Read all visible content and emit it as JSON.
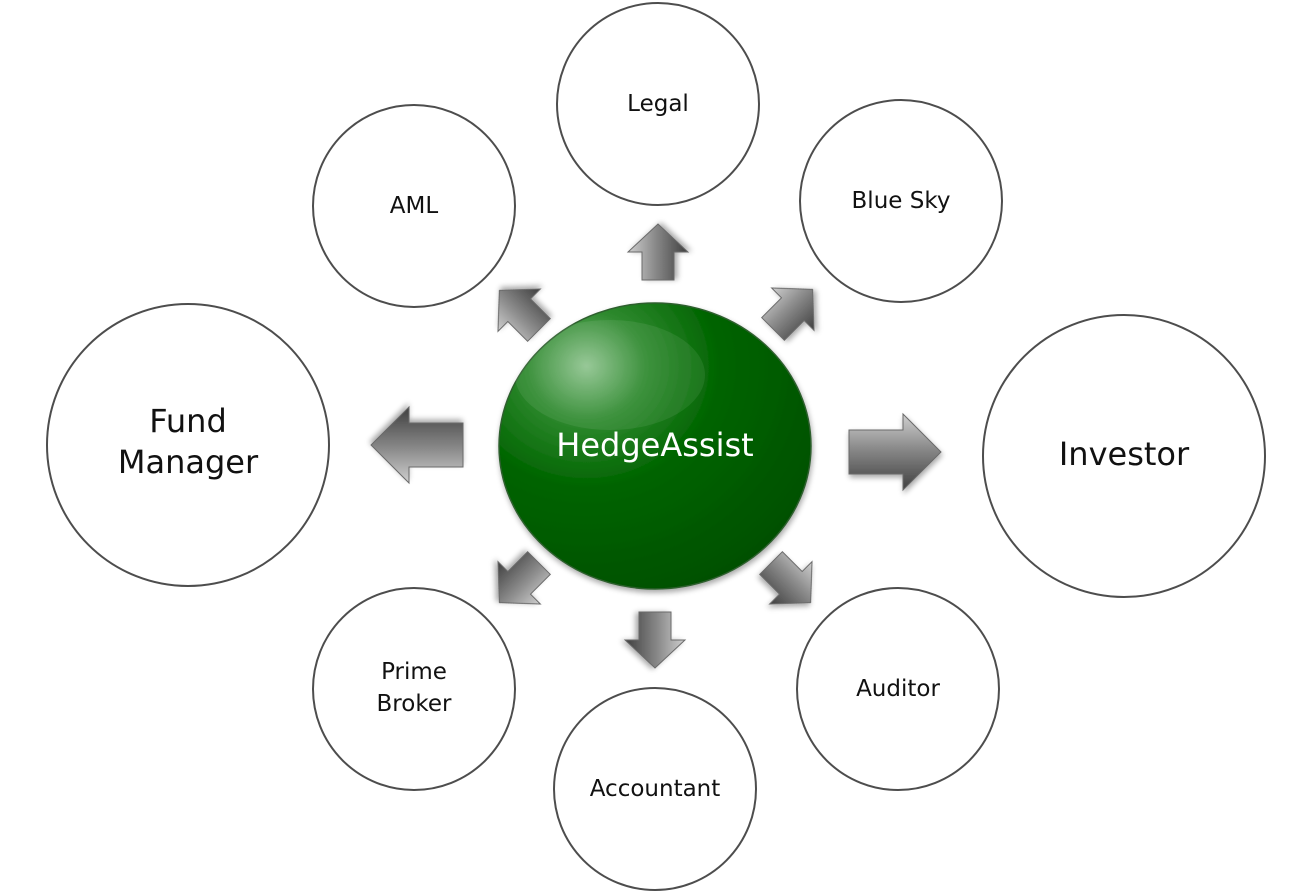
{
  "hub": {
    "label": "HedgeAssist",
    "color": "#006400"
  },
  "nodes": [
    {
      "id": "legal",
      "lines": [
        "Legal"
      ]
    },
    {
      "id": "blue-sky",
      "lines": [
        "Blue Sky"
      ]
    },
    {
      "id": "investor",
      "lines": [
        "Investor"
      ]
    },
    {
      "id": "auditor",
      "lines": [
        "Auditor"
      ]
    },
    {
      "id": "accountant",
      "lines": [
        "Accountant"
      ]
    },
    {
      "id": "prime-broker",
      "lines": [
        "Prime",
        "Broker"
      ]
    },
    {
      "id": "fund-manager",
      "lines": [
        "Fund",
        "Manager"
      ]
    },
    {
      "id": "aml",
      "lines": [
        "AML"
      ]
    }
  ],
  "colors": {
    "arrow_light": "#b8b8b8",
    "arrow_dark": "#4a4a4a",
    "circle_stroke": "#4d4d4d"
  }
}
